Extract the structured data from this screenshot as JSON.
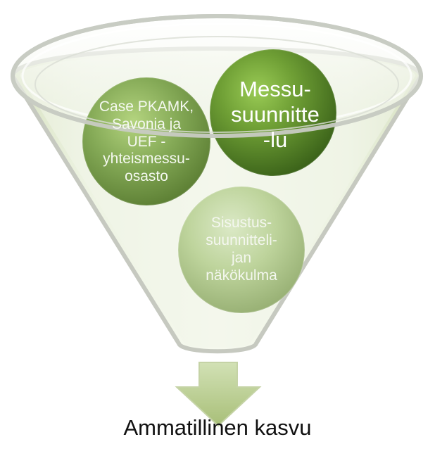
{
  "diagram": {
    "circles": [
      {
        "id": "case",
        "lines": [
          "Case PKAMK,",
          "Savonia ja",
          "UEF -",
          "yhteismessu-",
          "osasto"
        ]
      },
      {
        "id": "messu",
        "lines": [
          "Messu-",
          "suunnitte",
          "-lu"
        ]
      },
      {
        "id": "sisustus",
        "lines": [
          "Sisustus-",
          "suunnitteli-",
          "jan",
          "näkökulma"
        ]
      }
    ],
    "outcome": "Ammatillinen kasvu"
  },
  "colors": {
    "funnel_fill": "#e8efd8",
    "funnel_edge": "#c5c9bf",
    "circle_dark": "#5f9228",
    "circle_light": "#a7c67a",
    "arrow": "#b8cc8e"
  }
}
